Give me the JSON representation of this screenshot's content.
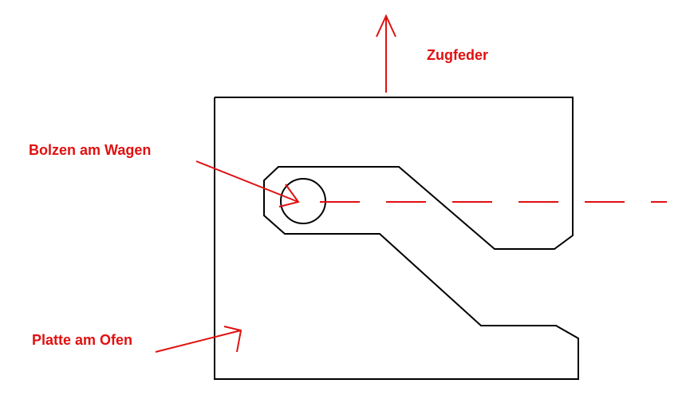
{
  "labels": {
    "spring": "Zugfeder",
    "pin": "Bolzen am Wagen",
    "plate": "Platte am Ofen"
  },
  "colors": {
    "annotation": "#e01010",
    "outline": "#000000",
    "background": "#ffffff"
  }
}
